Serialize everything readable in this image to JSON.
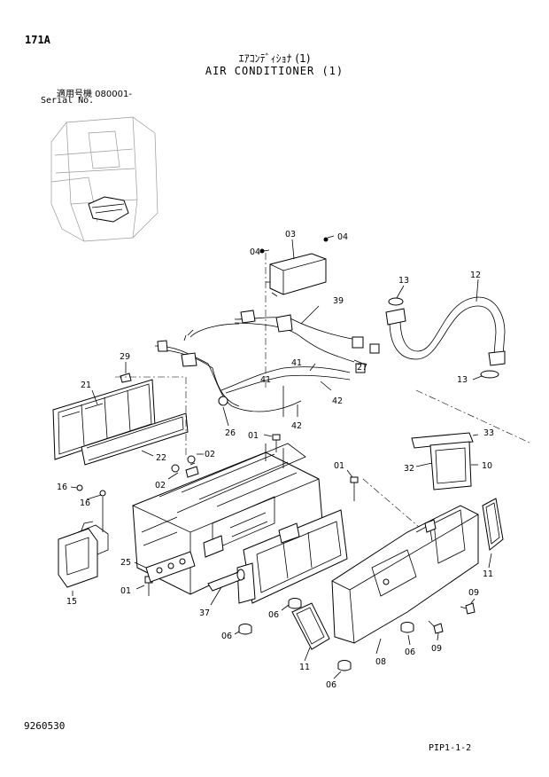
{
  "header": {
    "page_no": "171A",
    "title_jp": "ｴｱｺﾝﾃﾞｨｼｮﾅ (1)",
    "title_en": "AIR CONDITIONER (1)",
    "serial_jp": "適用号機  080001-",
    "serial_en": "Serial No."
  },
  "footer": {
    "doc_no": "9260530",
    "page_ref": "PIP1-1-2"
  },
  "callouts": {
    "c03": "03",
    "c04a": "04",
    "c04b": "04",
    "c13a": "13",
    "c12": "12",
    "c13b": "13",
    "c39": "39",
    "c29": "29",
    "c21": "21",
    "c41a": "41",
    "c41b": "41",
    "c42a": "42",
    "c27": "27",
    "c42b": "42",
    "c26": "26",
    "c01a": "01",
    "c33": "33",
    "c22": "22",
    "c02a": "02",
    "c02b": "02",
    "c01b": "01",
    "c32": "32",
    "c10": "10",
    "c16a": "16",
    "c16b": "16",
    "c11a": "11",
    "c15": "15",
    "c25": "25",
    "c01c": "01",
    "c09a": "09",
    "c06a": "06",
    "c37": "37",
    "c06b": "06",
    "c09b": "09",
    "c06c": "06",
    "c11b": "11",
    "c08": "08",
    "c06d": "06"
  }
}
